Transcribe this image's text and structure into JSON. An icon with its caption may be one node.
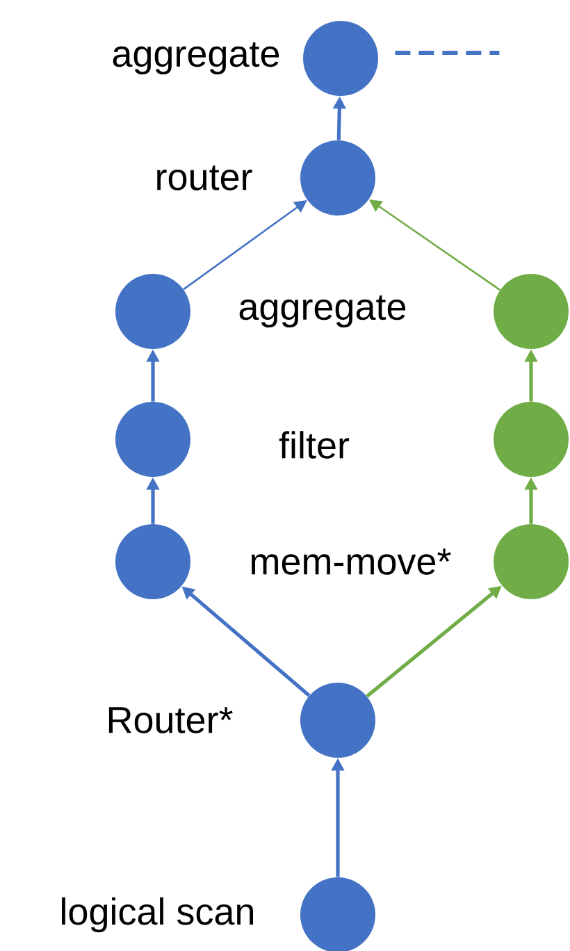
{
  "diagram": {
    "nodes": [
      {
        "text": [],
        "shape": "circle",
        "beside": [
          "aggregate"
        ]
      },
      {
        "text": [],
        "shape": "circle",
        "beside": [
          "router"
        ]
      },
      {
        "text": [],
        "shape": "circle"
      },
      {
        "text": [],
        "shape": "circle"
      },
      {
        "text": [],
        "shape": "circle"
      },
      {
        "text": [],
        "shape": "circle"
      },
      {
        "text": [],
        "shape": "circle"
      },
      {
        "text": [],
        "shape": "circle"
      },
      {
        "text": [],
        "shape": "circle",
        "beside": [
          "Router*"
        ]
      },
      {
        "text": [],
        "shape": "circle",
        "beside": [
          "logical scan"
        ]
      }
    ],
    "edges": [
      {
        "from": 1,
        "to": 0,
        "arrow": "to"
      },
      {
        "from": 2,
        "to": 1,
        "arrow": "to"
      },
      {
        "from": 3,
        "to": 1,
        "arrow": "to",
        "color": "#70ad47"
      },
      {
        "from": 4,
        "to": 2,
        "arrow": "to"
      },
      {
        "from": 5,
        "to": 3,
        "arrow": "to",
        "color": "#70ad47"
      },
      {
        "from": 6,
        "to": 4,
        "arrow": "to"
      },
      {
        "from": 7,
        "to": 5,
        "arrow": "to",
        "color": "#70ad47"
      },
      {
        "from": 8,
        "to": 6,
        "arrow": "to"
      },
      {
        "from": 8,
        "to": 7,
        "arrow": "to",
        "color": "#70ad47"
      },
      {
        "from": 9,
        "to": 8,
        "arrow": "to"
      },
      {
        "from": 0,
        "to": null,
        "arrow": "none",
        "style": "dashed"
      }
    ],
    "labels": [
      "aggregate",
      "filter",
      "mem-move*"
    ]
  }
}
